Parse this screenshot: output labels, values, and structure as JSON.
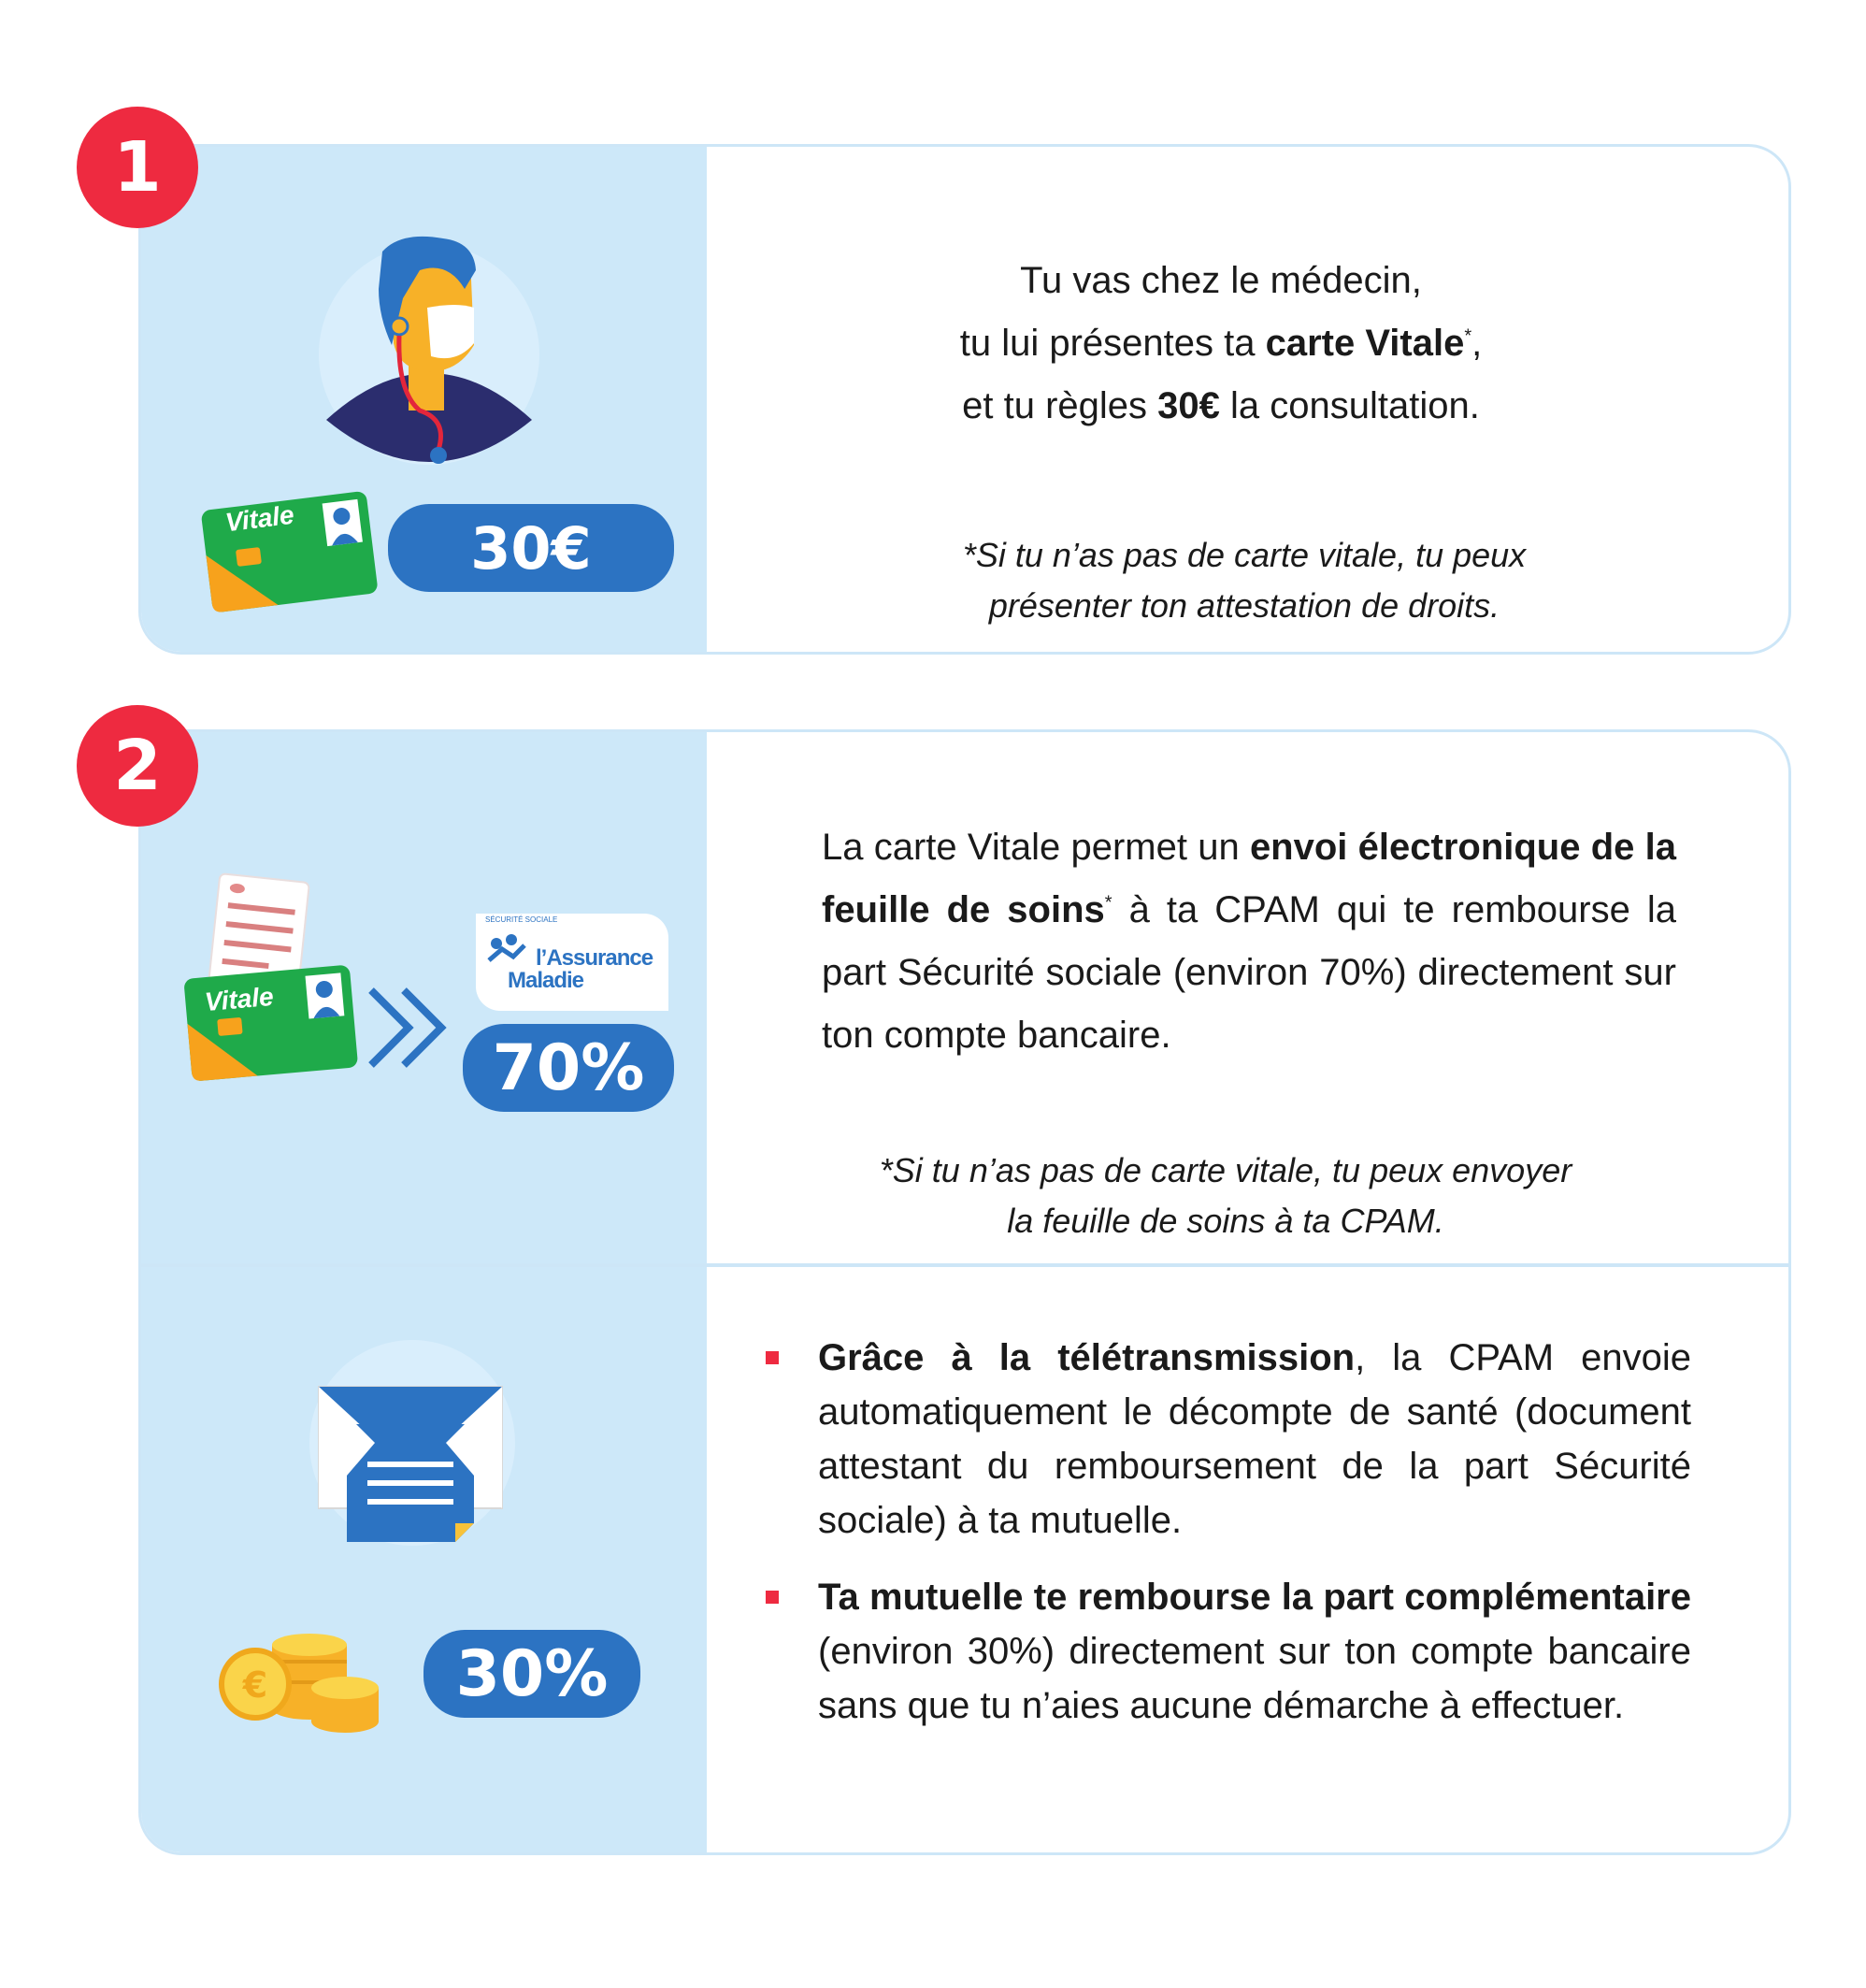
{
  "step1": {
    "number": "1",
    "line1": "Tu vas chez le médecin,",
    "line2_pre": "tu lui présentes ta ",
    "line2_bold": "carte Vitale",
    "line2_sup": "*",
    "line2_post": ",",
    "line3_pre": "et tu règles ",
    "line3_bold": "30€",
    "line3_post": " la consultation.",
    "note_line1": "*Si tu n’as pas de carte vitale, tu peux",
    "note_line2": "présenter ton attestation de droits.",
    "amount": "30€",
    "card_label": "Vitale"
  },
  "step2": {
    "number": "2",
    "p_pre": "La carte Vitale permet un ",
    "p_bold": "envoi électronique de la feuille de soins",
    "p_sup": "*",
    "p_post": " à ta CPAM qui te rembourse la part Sécurité sociale (environ 70%) directement sur ton compte bancaire.",
    "note_line1": "*Si tu n’as pas de carte vitale, tu peux envoyer",
    "note_line2": "la feuille de soins à ta CPAM.",
    "amount": "70%",
    "card_label": "Vitale",
    "logo_line1": "l’Assurance",
    "logo_line2": "Maladie",
    "logo_small": "SÉCURITÉ SOCIALE"
  },
  "step3": {
    "bullet1_bold": "Grâce à la télétransmission",
    "bullet1_text": ", la CPAM envoie automatiquement le décompte de santé (document attestant du remboursement de la part Sécurité sociale) à ta mutuelle.",
    "bullet2_bold": "Ta mutuelle te rembourse la part complémentaire",
    "bullet2_text": " (environ 30%) directement sur ton compte bancaire sans que tu n’aies aucune démarche à effectuer.",
    "amount": "30%"
  },
  "colors": {
    "badge": "#ee2a40",
    "pill": "#2c73c2",
    "panel": "#cde8f9",
    "border": "#cde6f7"
  }
}
